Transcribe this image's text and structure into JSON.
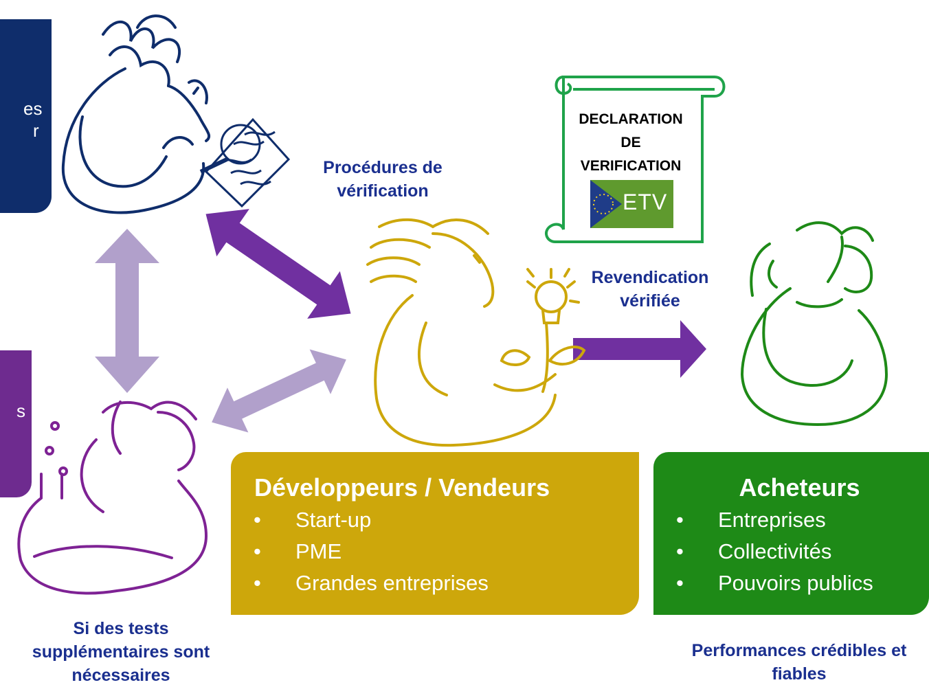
{
  "left_panels": {
    "top_fragment_lines": [
      "es",
      "r"
    ],
    "bottom_fragment": "s"
  },
  "labels": {
    "procedures": "Procédures de vérification",
    "revendication": "Revendication vérifiée",
    "tests": "Si des tests supplémentaires sont nécessaires",
    "performances": "Performances crédibles et fiables"
  },
  "certificate": {
    "lines": [
      "DECLARATION",
      "DE",
      "VERIFICATION"
    ],
    "logo_text": "ETV"
  },
  "developers": {
    "title": "Développeurs / Vendeurs",
    "items": [
      "Start-up",
      "PME",
      "Grandes entreprises"
    ]
  },
  "buyers": {
    "title": "Acheteurs",
    "items": [
      "Entreprises",
      "Collectivités",
      "Pouvoirs publics"
    ]
  },
  "colors": {
    "navy": "#0f2d6b",
    "purple": "#6e2b8f",
    "arrow_purple": "#7030a0",
    "lavender": "#b1a0cb",
    "gold": "#cda70b",
    "green": "#1e8a17",
    "label_blue": "#1a2f8f"
  },
  "figures": [
    "verifier-figure",
    "tester-figure",
    "developer-figure",
    "buyer-figure"
  ]
}
